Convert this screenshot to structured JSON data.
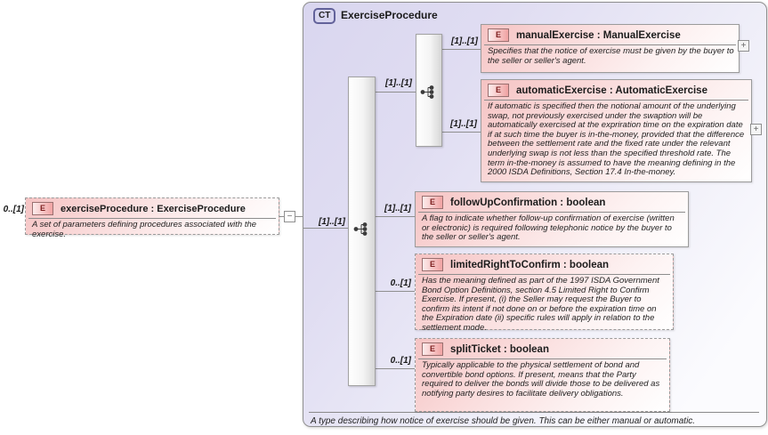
{
  "root_element": {
    "cardinality": "0..[1]",
    "badge": "E",
    "title": "exerciseProcedure : ExerciseProcedure",
    "description": "A set of parameters defining procedures associated with the exercise.",
    "collapse_glyph": "−"
  },
  "complex_type": {
    "badge": "CT",
    "title": "ExerciseProcedure",
    "footer": "A type describing how notice of exercise should be given. This can be either manual or automatic.",
    "sequence_cardinality": "[1]..[1]",
    "choice_cardinality": "[1]..[1]"
  },
  "colors": {
    "container_background": "#d9d6ef",
    "element_pink": "#f5c3c3",
    "badge_red_text": "#7c1d1d",
    "ct_badge_border": "#62629a",
    "connector_gray": "#8f8f8f"
  },
  "elements": [
    {
      "name": "manualExercise",
      "cardinality": "[1]..[1]",
      "badge": "E",
      "title": "manualExercise : ManualExercise",
      "description": "Specifies that the notice of exercise must be given by the buyer to the seller or seller's agent.",
      "expand_glyph": "+"
    },
    {
      "name": "automaticExercise",
      "cardinality": "[1]..[1]",
      "badge": "E",
      "title": "automaticExercise : AutomaticExercise",
      "description": "If automatic is specified then the notional amount of the underlying swap, not previously exercised under the swaption will be automatically exercised at the expriration time on the expiration date if at such time the buyer is in-the-money, provided that the difference between the settlement rate and the fixed rate under the relevant underlying swap is not less than the specified threshold rate. The term in-the-money is assumed to have the meaning defining in the 2000 ISDA Definitions, Section 17.4 In-the-money.",
      "expand_glyph": "+"
    },
    {
      "name": "followUpConfirmation",
      "cardinality": "[1]..[1]",
      "badge": "E",
      "title": "followUpConfirmation : boolean",
      "description": "A flag to indicate whether follow-up confirmation of exercise (written or electronic) is required following telephonic notice by the buyer to the seller or seller's agent."
    },
    {
      "name": "limitedRightToConfirm",
      "cardinality": "0..[1]",
      "badge": "E",
      "title": "limitedRightToConfirm : boolean",
      "description": "Has the meaning defined as part of the 1997 ISDA Government Bond Option Definitions, section 4.5 Limited Right to Confirm Exercise. If present, (i) the Seller may request the Buyer to confirm its intent if not done on or before the expiration time on the Expiration date (ii) specific rules will apply in relation to the settlement mode."
    },
    {
      "name": "splitTicket",
      "cardinality": "0..[1]",
      "badge": "E",
      "title": "splitTicket : boolean",
      "description": "Typically applicable to the physical settlement of bond and convertible bond options. If present, means that the Party required to deliver the bonds will divide those to be delivered as notifying party desires to facilitate delivery obligations."
    }
  ]
}
